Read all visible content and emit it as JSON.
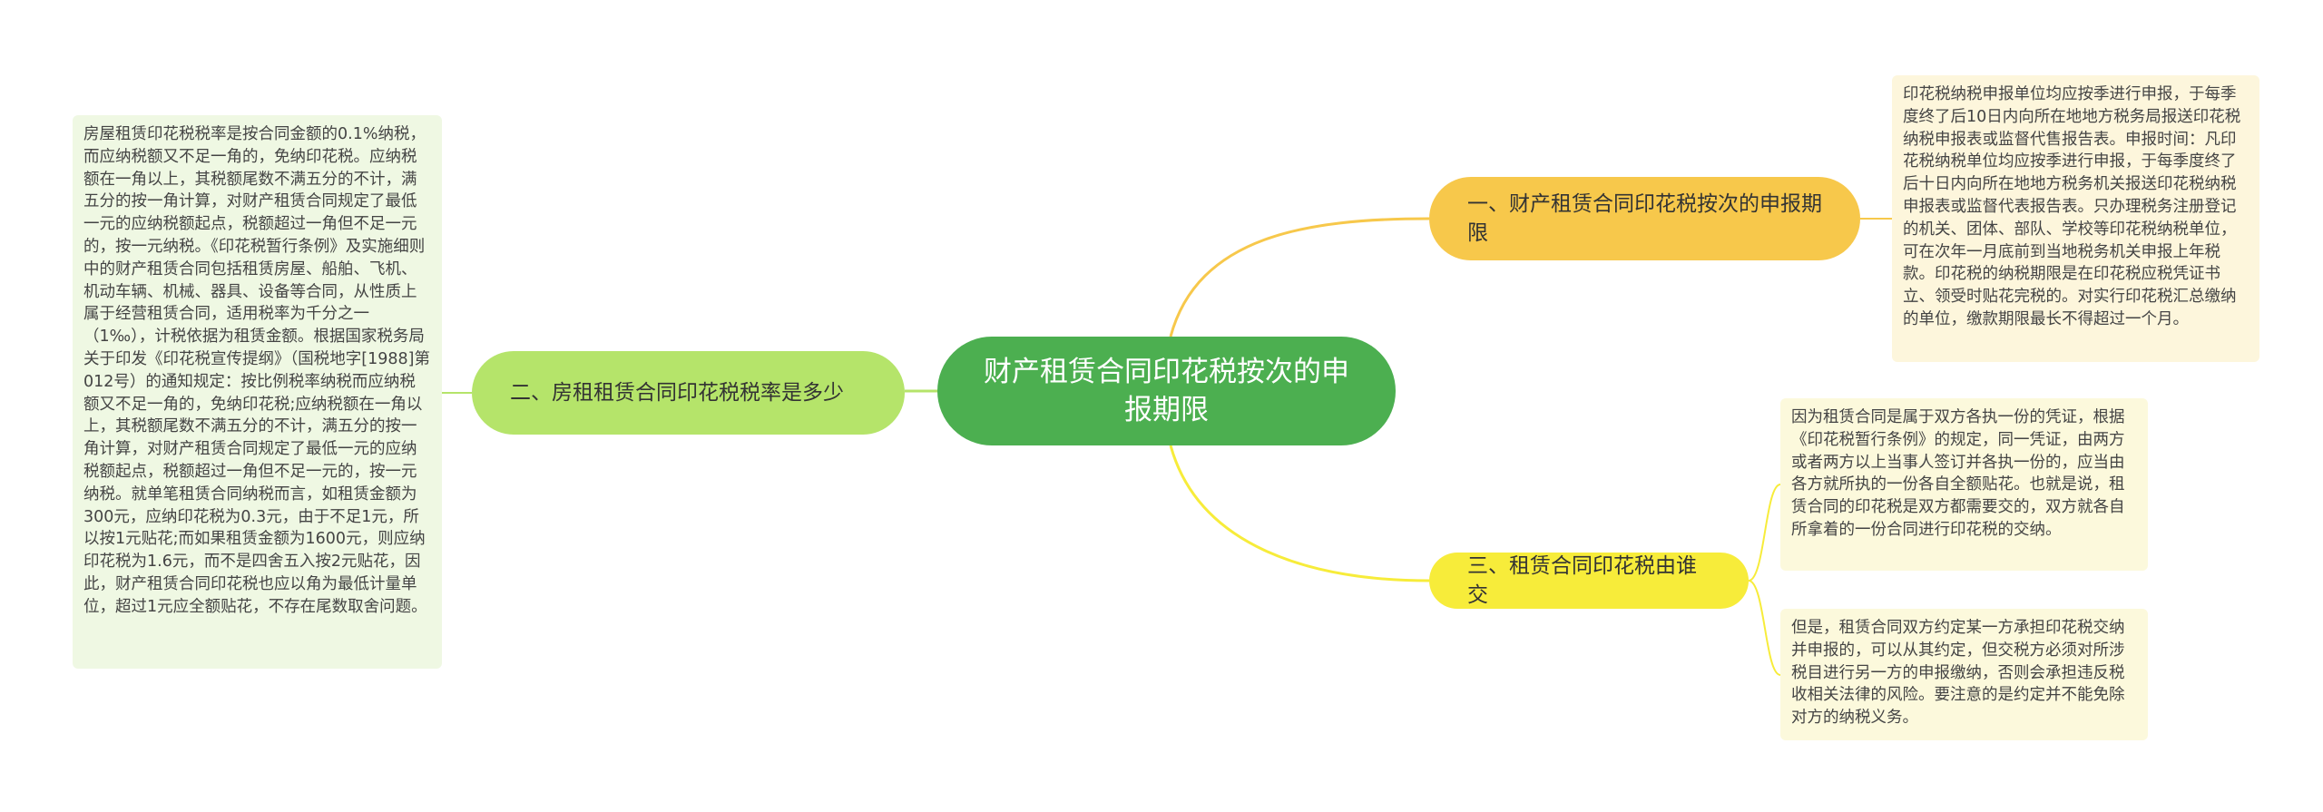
{
  "center": {
    "title": "财产租赁合同印花税按次的申报期限"
  },
  "branches": [
    {
      "label": "一、财产租赁合同印花税按次的申报期限"
    },
    {
      "label": "二、房租租赁合同印花税税率是多少"
    },
    {
      "label": "三、租赁合同印花税由谁交"
    }
  ],
  "notes": [
    {
      "text": "印花税纳税申报单位均应按季进行申报，于每季度终了后10日内向所在地地方税务局报送印花税纳税申报表或监督代售报告表。申报时间：凡印花税纳税单位均应按季进行申报，于每季度终了后十日内向所在地地方税务机关报送印花税纳税申报表或监督代表报告表。只办理税务注册登记的机关、团体、部队、学校等印花税纳税单位，可在次年一月底前到当地税务机关申报上年税款。印花税的纳税期限是在印花税应税凭证书立、领受时贴花完税的。对实行印花税汇总缴纳的单位，缴款期限最长不得超过一个月。"
    },
    {
      "text": "房屋租赁印花税税率是按合同金额的0.1%纳税，而应纳税额又不足一角的，免纳印花税。应纳税额在一角以上，其税额尾数不满五分的不计，满五分的按一角计算，对财产租赁合同规定了最低一元的应纳税额起点，税额超过一角但不足一元的，按一元纳税。《印花税暂行条例》及实施细则中的财产租赁合同包括租赁房屋、船舶、飞机、机动车辆、机械、器具、设备等合同，从性质上属于经营租赁合同，适用税率为千分之一（1‰），计税依据为租赁金额。根据国家税务局关于印发《印花税宣传提纲》（国税地字[1988]第012号）的通知规定：按比例税率纳税而应纳税额又不足一角的，免纳印花税;应纳税额在一角以上，其税额尾数不满五分的不计，满五分的按一角计算，对财产租赁合同规定了最低一元的应纳税额起点，税额超过一角但不足一元的，按一元纳税。就单笔租赁合同纳税而言，如租赁金额为300元，应纳印花税为0.3元，由于不足1元，所以按1元贴花;而如果租赁金额为1600元，则应纳印花税为1.6元，而不是四舍五入按2元贴花，因此，财产租赁合同印花税也应以角为最低计量单位，超过1元应全额贴花，不存在尾数取舍问题。"
    },
    {
      "text": "因为租赁合同是属于双方各执一份的凭证，根据《印花税暂行条例》的规定，同一凭证，由两方或者两方以上当事人签订并各执一份的，应当由各方就所执的一份各自全额贴花。也就是说，租赁合同的印花税是双方都需要交的，双方就各自所拿着的一份合同进行印花税的交纳。"
    },
    {
      "text": "但是，租赁合同双方约定某一方承担印花税交纳并申报的，可以从其约定，但交税方必须对所涉税目进行另一方的申报缴纳，否则会承担违反税收相关法律的风险。要注意的是约定并不能免除对方的纳税义务。"
    }
  ],
  "colors": {
    "center": "#4caf50",
    "branch1": "#f7c84b",
    "branch2": "#b5e46a",
    "branch3": "#f7ec3a",
    "note1_bg": "#fdf6dc",
    "note2_bg": "#eff8e3",
    "note3_bg": "#fcf9dc"
  }
}
